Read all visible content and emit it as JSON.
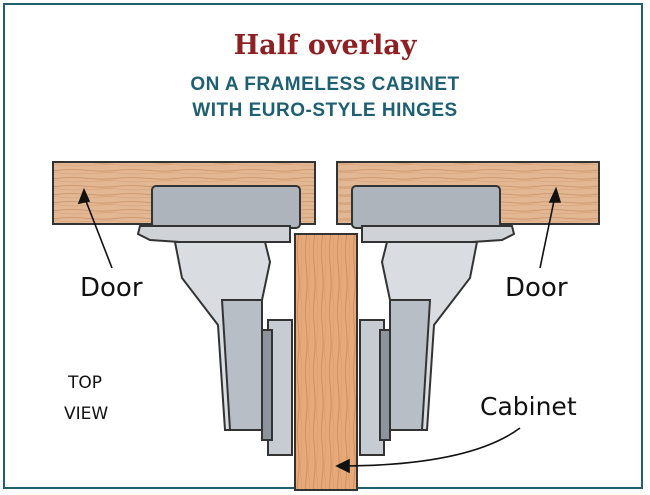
{
  "title": "Half overlay",
  "subtitle_line1": "ON A FRAMELESS CABINET",
  "subtitle_line2": "WITH EURO-STYLE HINGES",
  "labels": {
    "door_left": "Door",
    "door_right": "Door",
    "cabinet": "Cabinet",
    "view_line1": "TOP",
    "view_line2": "VIEW"
  },
  "colors": {
    "title": "#8e1f22",
    "subtitle": "#1d5f73",
    "frame": "#1f5f6e",
    "wood_door": "#e2b793",
    "wood_cabinet": "#e7a97a",
    "hinge_metal": "#cfd3d8",
    "hinge_shadow": "#8d949c"
  }
}
